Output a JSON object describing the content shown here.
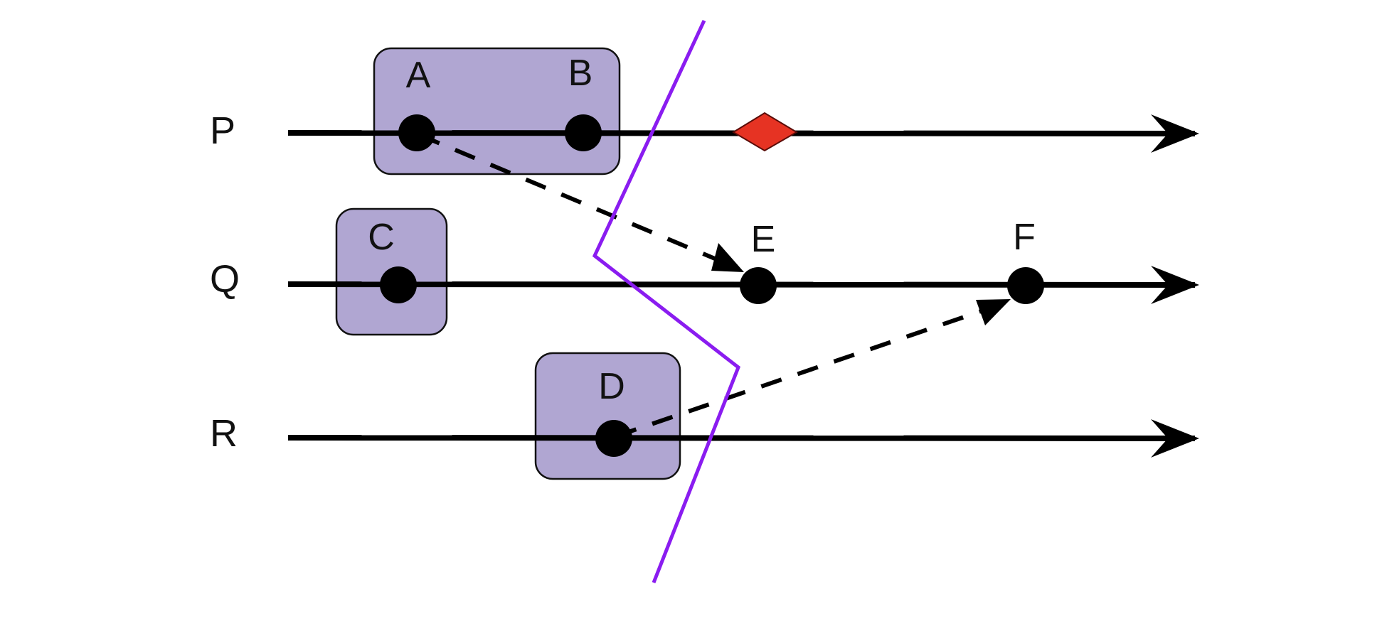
{
  "diagram": {
    "title": "",
    "processes": [
      {
        "id": "P",
        "label": "P"
      },
      {
        "id": "Q",
        "label": "Q"
      },
      {
        "id": "R",
        "label": "R"
      }
    ],
    "events": [
      {
        "id": "A",
        "label": "A",
        "process": "P"
      },
      {
        "id": "B",
        "label": "B",
        "process": "P"
      },
      {
        "id": "C",
        "label": "C",
        "process": "Q"
      },
      {
        "id": "D",
        "label": "D",
        "process": "R"
      },
      {
        "id": "E",
        "label": "E",
        "process": "Q"
      },
      {
        "id": "F",
        "label": "F",
        "process": "Q"
      }
    ],
    "groups": [
      {
        "id": "group-ab",
        "members": [
          "A",
          "B"
        ]
      },
      {
        "id": "group-c",
        "members": [
          "C"
        ]
      },
      {
        "id": "group-d",
        "members": [
          "D"
        ]
      }
    ],
    "messages": [
      {
        "from": "A",
        "to": "E",
        "style": "dashed"
      },
      {
        "from": "D",
        "to": "F",
        "style": "dashed"
      }
    ],
    "markers": [
      {
        "id": "diamond",
        "process": "P",
        "shape": "diamond",
        "color": "#e63323"
      }
    ],
    "cut": {
      "name": "cut-line",
      "color": "#8a1cf0"
    },
    "colors": {
      "group_fill": "#b0a6d2",
      "line": "#000000",
      "diamond": "#e63323",
      "cut": "#8a1cf0"
    }
  }
}
